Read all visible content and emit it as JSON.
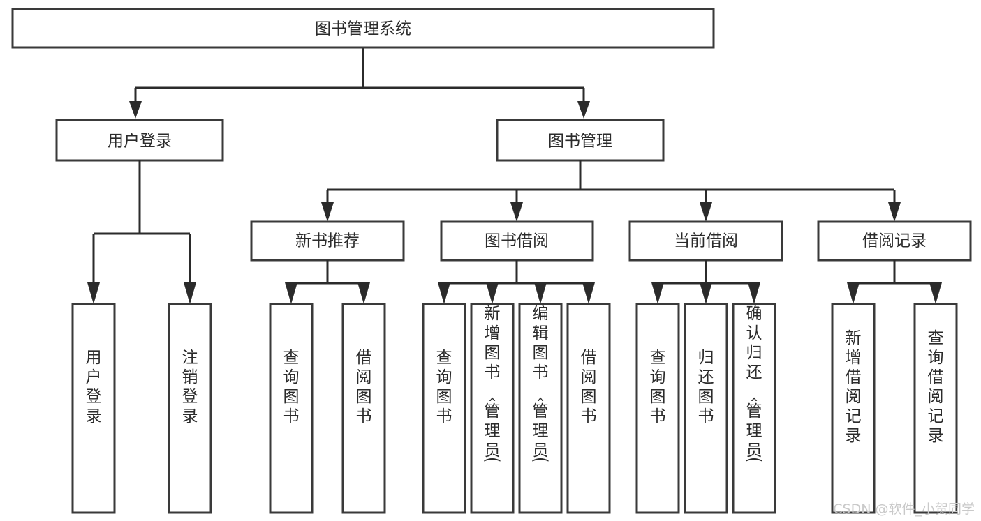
{
  "diagram": {
    "title": "图书管理系统",
    "type": "tree-hierarchy-chart",
    "orientation": "top-down",
    "colors": {
      "background": "#ffffff",
      "box_fill": "#ffffff",
      "box_stroke": "#3a3a3a",
      "connector": "#2b2b2b",
      "text": "#2b2b2b",
      "watermark": "#c9c9c9"
    },
    "root": {
      "label": "图书管理系统",
      "orientation": "horizontal"
    },
    "level2": [
      {
        "label": "用户登录",
        "orientation": "horizontal"
      },
      {
        "label": "图书管理",
        "orientation": "horizontal"
      }
    ],
    "level3": [
      {
        "label": "新书推荐",
        "orientation": "horizontal"
      },
      {
        "label": "图书借阅",
        "orientation": "horizontal"
      },
      {
        "label": "当前借阅",
        "orientation": "horizontal"
      },
      {
        "label": "借阅记录",
        "orientation": "horizontal"
      }
    ],
    "leaves": {
      "user_login": [
        {
          "label": "用户登录",
          "orientation": "vertical"
        },
        {
          "label": "注销登录",
          "orientation": "vertical"
        }
      ],
      "new_book_recommend": [
        {
          "label": "查询图书",
          "orientation": "vertical"
        },
        {
          "label": "借阅图书",
          "orientation": "vertical"
        }
      ],
      "book_borrow": [
        {
          "label": "查询图书",
          "orientation": "vertical"
        },
        {
          "label": "新增图书（管理员）",
          "orientation": "vertical"
        },
        {
          "label": "编辑图书（管理员）",
          "orientation": "vertical"
        },
        {
          "label": "借阅图书",
          "orientation": "vertical"
        }
      ],
      "current_borrow": [
        {
          "label": "查询图书",
          "orientation": "vertical"
        },
        {
          "label": "归还图书",
          "orientation": "vertical"
        },
        {
          "label": "确认归还（管理员）",
          "orientation": "vertical"
        }
      ],
      "borrow_record": [
        {
          "label": "新增借阅记录",
          "orientation": "vertical"
        },
        {
          "label": "查询借阅记录",
          "orientation": "vertical"
        }
      ]
    }
  },
  "watermark": {
    "text": "CSDN @软件_小贺同学"
  }
}
